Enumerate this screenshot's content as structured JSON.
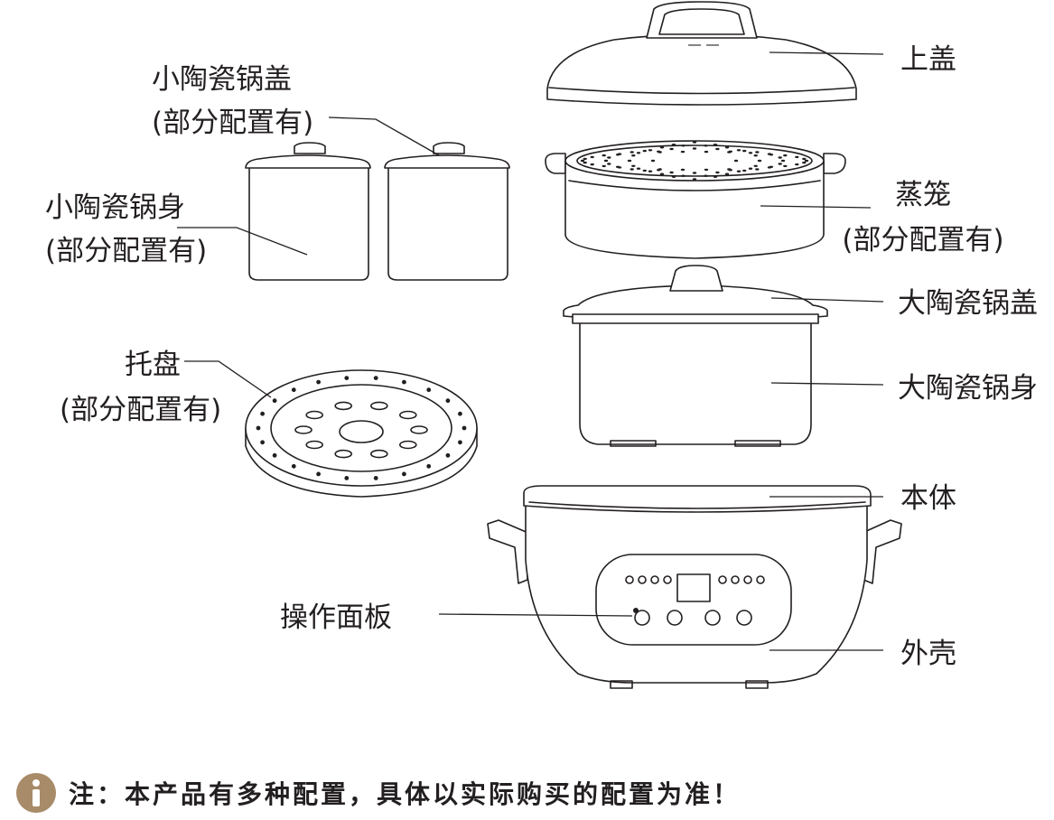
{
  "labels": {
    "top_lid": "上盖",
    "steamer": "蒸笼",
    "steamer_note": "(部分配置有)",
    "large_lid": "大陶瓷锅盖",
    "large_body": "大陶瓷锅身",
    "base": "本体",
    "shell": "外壳",
    "control_panel": "操作面板",
    "small_lid": "小陶瓷锅盖",
    "small_lid_note": "(部分配置有)",
    "small_body": "小陶瓷锅身",
    "small_body_note": "(部分配置有)",
    "tray": "托盘",
    "tray_note": "(部分配置有)"
  },
  "icons": {
    "info": "info-icon"
  },
  "colors": {
    "line": "#231f20",
    "accent": "#a88b68"
  },
  "note": "注：本产品有多种配置，具体以实际购买的配置为准！"
}
